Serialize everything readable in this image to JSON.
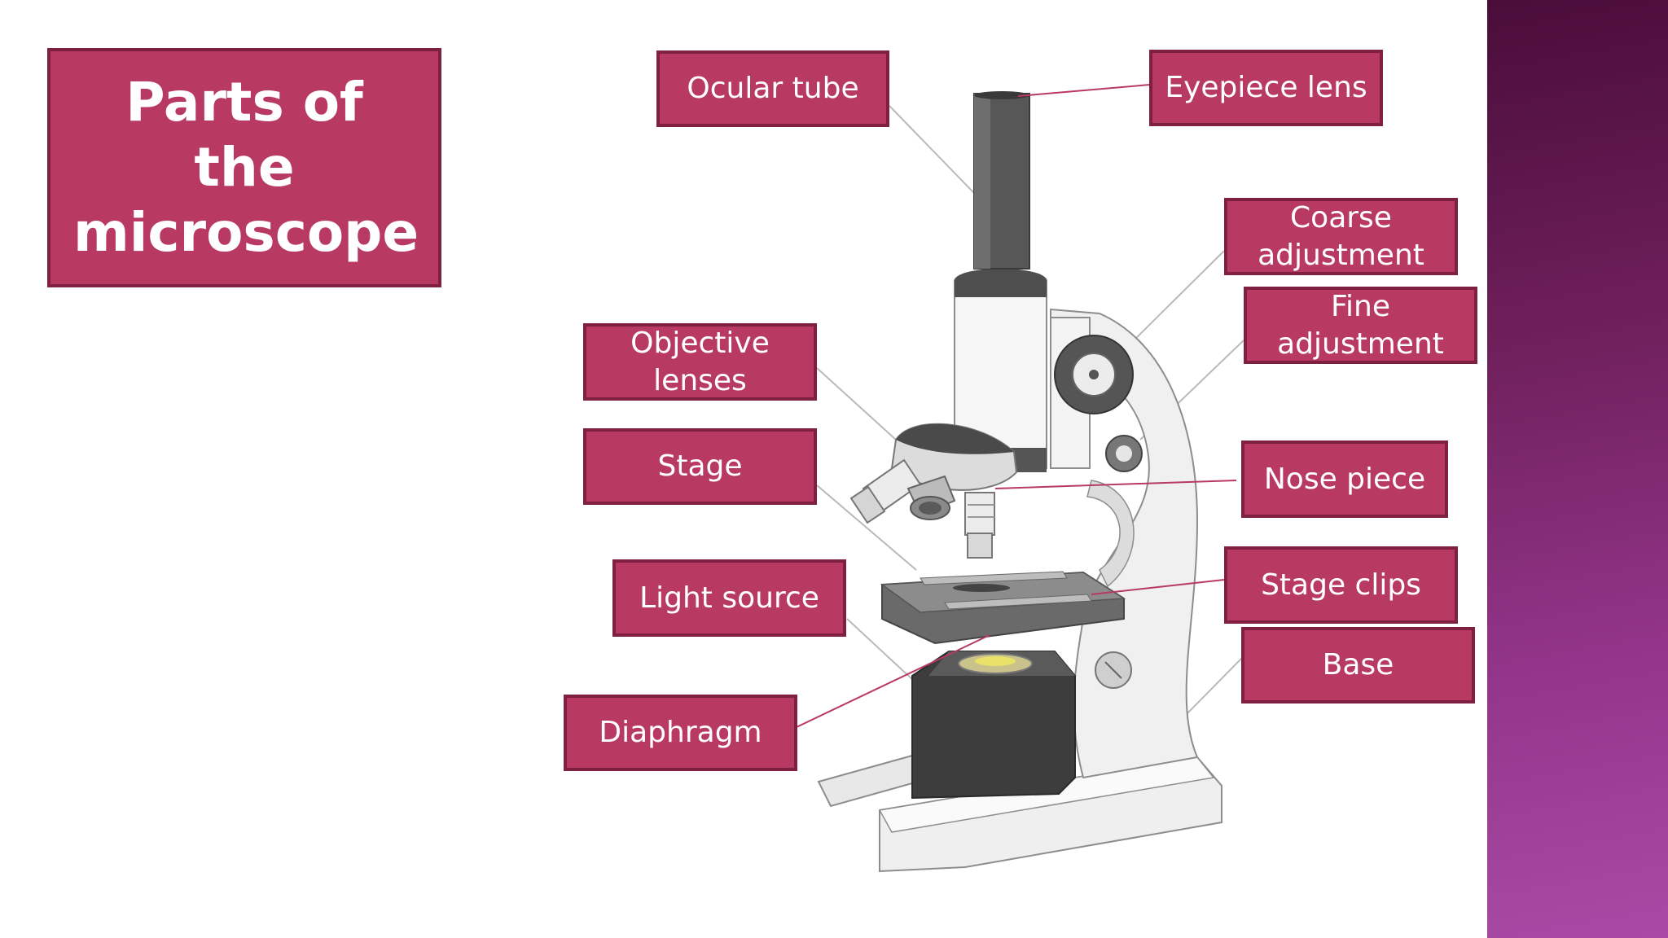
{
  "slide": {
    "title": "Parts of the microscope",
    "colors": {
      "label_fill": "#b83a62",
      "label_border": "#7f2043",
      "label_text": "#ffffff",
      "side_band": "#93358a",
      "leader_line": "#a8a8a8",
      "leader_line_accent": "#b83a62"
    }
  },
  "diagram": {
    "image": "microscope-illustration",
    "labels": {
      "ocular_tube": "Ocular tube",
      "eyepiece_lens": "Eyepiece lens",
      "coarse_adjustment": "Coarse adjustment",
      "fine_adjustment": "Fine adjustment",
      "objective_lenses": "Objective lenses",
      "stage": "Stage",
      "nose_piece": "Nose piece",
      "light_source": "Light source",
      "stage_clips": "Stage clips",
      "base": "Base",
      "diaphragm": "Diaphragm"
    }
  }
}
